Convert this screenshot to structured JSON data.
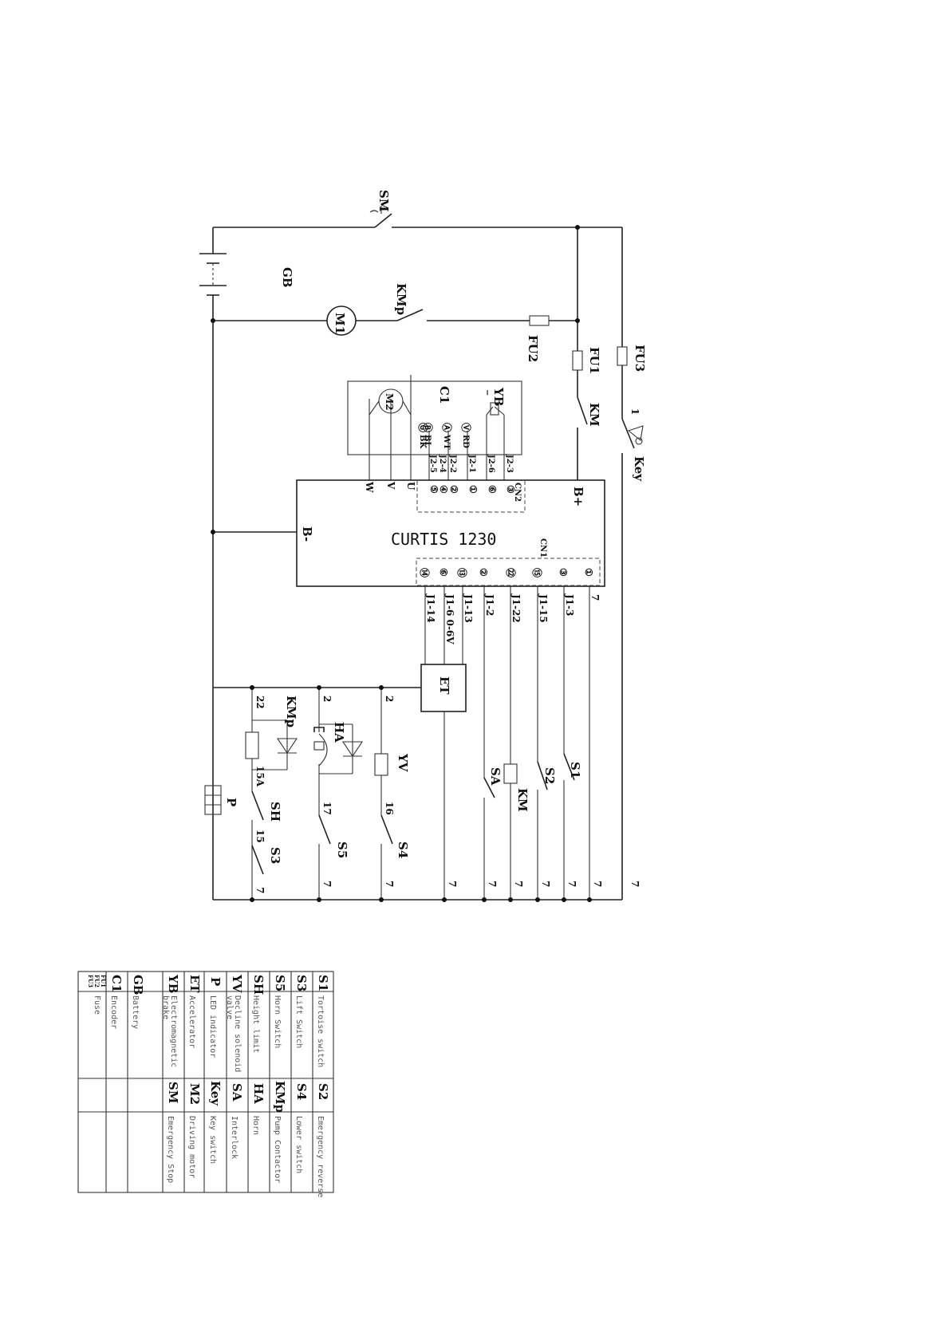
{
  "diagram": {
    "controller": "CURTIS  1230",
    "controller_pins": [
      "B+",
      "B-",
      "CN1",
      "CN2",
      "U",
      "V",
      "W"
    ],
    "cn1_circled": [
      "①",
      "③",
      "⑮",
      "㉒",
      "②",
      "⑬",
      "⑥",
      "⑭"
    ],
    "cn1_wires": [
      "7",
      "J1-3",
      "J1-15",
      "J1-22",
      "J1-2",
      "J1-13",
      "J1-6  0-6V",
      "J1-14"
    ],
    "cn2_circled": [
      "③",
      "⑥",
      "①",
      "②",
      "④",
      "⑤"
    ],
    "cn2_wires": [
      "J2-3",
      "J2-6",
      "J2-1",
      "J2-2",
      "J2-4",
      "J2-5"
    ],
    "encoder_pins": [
      "Ⓥ",
      "Ⓐ",
      "Ⓑ",
      "Ⓖ"
    ],
    "encoder_colors": [
      "RD",
      "WT",
      "BL",
      "BK"
    ],
    "components": {
      "SM": "SM",
      "GB": "GB",
      "M1": "M1",
      "KMp_top": "KMp",
      "FU1": "FU1",
      "FU2": "FU2",
      "FU3": "FU3",
      "C1": "C1",
      "M2": "M2",
      "YB": "YB",
      "KM_top": "KM",
      "Key": "Key",
      "ET": "ET",
      "KMp_bottom": "KMp",
      "HA": "HA",
      "YV": "YV",
      "SH": "SH",
      "S3": "S3",
      "S5": "S5",
      "S4": "S4",
      "P": "P",
      "SA": "SA",
      "KM_bottom": "KM",
      "S2": "S2",
      "S1": "S1"
    },
    "wire_numbers": {
      "key_1": "1",
      "w22": "22",
      "w2a": "2",
      "w2b": "2",
      "w15A": "15A",
      "w15": "15",
      "w17": "17",
      "w16": "16",
      "bottom_7": [
        "7",
        "7",
        "7",
        "7",
        "7",
        "7",
        "7",
        "7",
        "7"
      ],
      "right_7": "7"
    }
  },
  "legend": [
    {
      "code1": "S1",
      "desc1": "Tortoise switch",
      "code2": "S2",
      "desc2": "Emergency reverse"
    },
    {
      "code1": "S3",
      "desc1": "Lift Switch",
      "code2": "S4",
      "desc2": "Lower switch"
    },
    {
      "code1": "S5",
      "desc1": "Horn Switch",
      "code2": "KMp",
      "desc2": "Pump Contactor"
    },
    {
      "code1": "SH",
      "desc1": "Height limit",
      "code2": "HA",
      "desc2": "Horn"
    },
    {
      "code1": "YV",
      "desc1": "Decline solenoid",
      "desc1b": "valve",
      "code2": "SA",
      "desc2": "Interlock"
    },
    {
      "code1": "P",
      "desc1": "LED indicator",
      "code2": "Key",
      "desc2": "Key switch"
    },
    {
      "code1": "ET",
      "desc1": "Accelerator",
      "code2": "M2",
      "desc2": "Driving motor"
    },
    {
      "code1": "YB",
      "desc1": "Electromagnetic",
      "desc1b": "brake",
      "code2": "SM",
      "desc2": "Emergency Stop"
    },
    {
      "code1": "GB",
      "desc1": "Battery",
      "code2": "",
      "desc2": ""
    },
    {
      "code1": "C1",
      "desc1": "Encoder",
      "code2": "",
      "desc2": ""
    },
    {
      "code1": "FU1",
      "code1b": "FU2",
      "code1c": "FU3",
      "desc1": "Fuse",
      "code2": "",
      "desc2": ""
    }
  ]
}
